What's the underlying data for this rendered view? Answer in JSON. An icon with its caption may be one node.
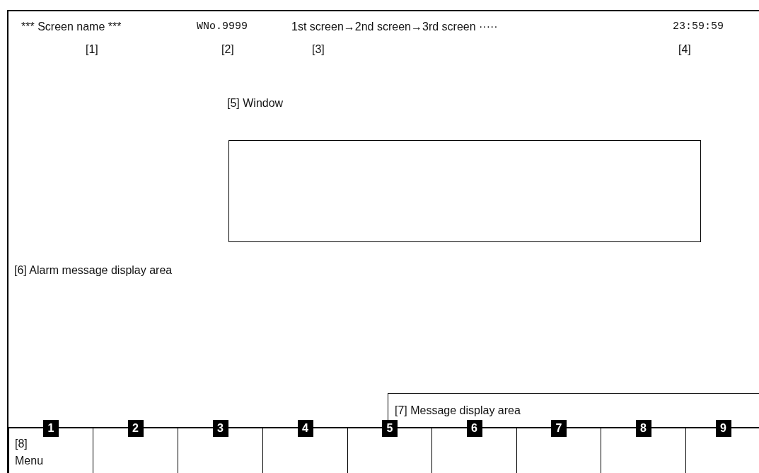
{
  "diagram": {
    "nodes": [
      {
        "text": [],
        "shape": "box"
      },
      {
        "text": [
          "[5] Window"
        ],
        "in": 0
      },
      {
        "text": [
          "[7] Message display area"
        ],
        "in": 0
      },
      {
        "text": [
          "1",
          "[8] Menu"
        ],
        "in": 0
      },
      {
        "text": [
          "2"
        ],
        "in": 0
      },
      {
        "text": [
          "3"
        ],
        "in": 0
      },
      {
        "text": [
          "4"
        ],
        "in": 0
      },
      {
        "text": [
          "5"
        ],
        "in": 0
      },
      {
        "text": [
          "6"
        ],
        "in": 0
      },
      {
        "text": [
          "7"
        ],
        "in": 0
      },
      {
        "text": [
          "8"
        ],
        "in": 0
      },
      {
        "text": [
          "9"
        ],
        "in": 0
      }
    ],
    "labels": [
      "*** Screen name ***",
      "WNo.9999",
      "1st screen→2nd screen→3rd screen ·····",
      "23:59:59",
      "[1]",
      "[2]",
      "[3]",
      "[4]",
      "[6] Alarm message display area"
    ]
  }
}
